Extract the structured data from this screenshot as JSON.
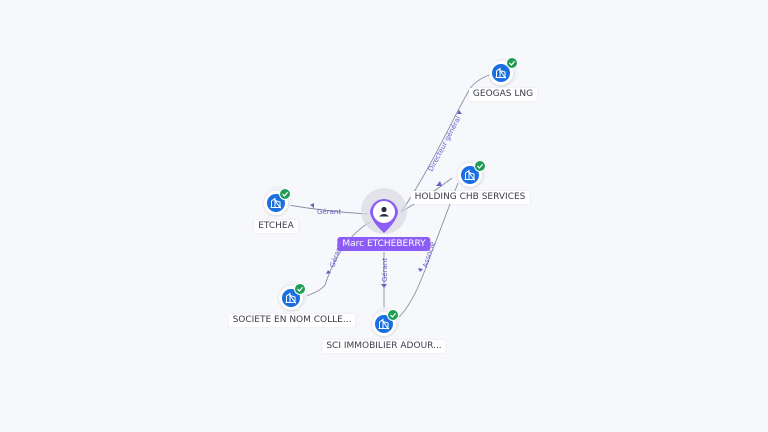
{
  "person": {
    "name": "Marc ETCHEBERRY",
    "icon": "person-icon",
    "color": "#8b5cf6"
  },
  "companies": [
    {
      "id": "geogas",
      "label": "GEOGAS LNG",
      "icon": "building-icon",
      "verified": true
    },
    {
      "id": "holding",
      "label": "HOLDING CHB SERVICES",
      "icon": "building-icon",
      "verified": true
    },
    {
      "id": "etchea",
      "label": "ETCHEA",
      "icon": "building-icon",
      "verified": true
    },
    {
      "id": "societe",
      "label": "SOCIETE EN NOM COLLE...",
      "icon": "building-icon",
      "verified": true
    },
    {
      "id": "sci",
      "label": "SCI IMMOBILIER ADOUR...",
      "icon": "building-icon",
      "verified": true
    }
  ],
  "edges": [
    {
      "to": "geogas",
      "label": "Directeur général"
    },
    {
      "to": "holding",
      "label": ""
    },
    {
      "to": "etchea",
      "label": "Gérant"
    },
    {
      "to": "societe",
      "label": "Gérant"
    },
    {
      "to": "sci",
      "label": "Gérant"
    },
    {
      "to": "sci",
      "label": "Associé"
    }
  ],
  "colors": {
    "company": "#1a6fe0",
    "verified": "#1f9d55",
    "edge": "#8b8fa3",
    "edge_label": "#6b5fc7"
  }
}
